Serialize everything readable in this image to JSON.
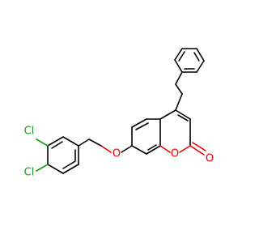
{
  "molecule": {
    "atoms": {
      "cl_top": "Cl",
      "cl_bottom": "Cl",
      "o_ether": "O",
      "o_ring": "O",
      "o_carbonyl": "O"
    },
    "colors": {
      "bond": "#000000",
      "oxygen": "#e60000",
      "chlorine": "#1a9a1a",
      "background": "#ffffff"
    }
  }
}
